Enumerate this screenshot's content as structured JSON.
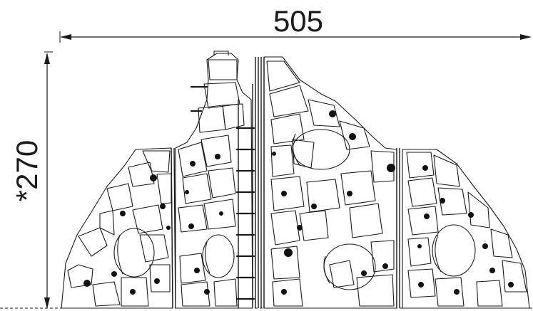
{
  "dimensions": {
    "width_label": "505",
    "height_label": "*270"
  },
  "colors": {
    "line": "#1a1a1a",
    "hold": "#111111",
    "background": "#ffffff"
  },
  "drawing": {
    "subject": "climbing-rock-structure",
    "view": "front-elevation"
  }
}
